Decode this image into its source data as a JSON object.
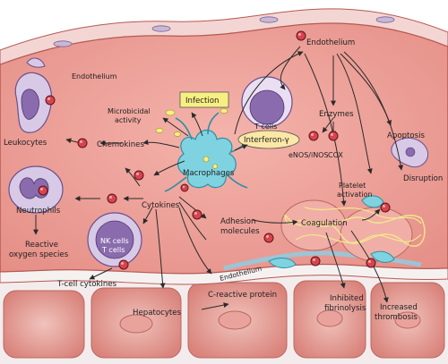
{
  "labels": {
    "endothelium_top": "Endothelium",
    "endothelium_left": "Endothelium",
    "endothelium_bottom": "Endothelium",
    "infection": "Infection",
    "microbicidal_1": "Microbicidal",
    "microbicidal_2": "activity",
    "t_cells_top": "T cells",
    "interferon": "Interferon-γ",
    "enzymes": "Enzymes",
    "enos_inos": "eNOS/iNOS",
    "cox": "COX",
    "apoptosis": "Apoptosis",
    "disruption": "Disruption",
    "leukocytes": "Leukocytes",
    "chemokines": "Chemokines",
    "macrophages": "Macrophages",
    "neutrophils": "Neutrophils",
    "cytokines": "Cytokines",
    "platelet_1": "Platelet",
    "platelet_2": "activation",
    "adhesion_1": "Adhesion",
    "adhesion_2": "molecules",
    "coagulation": "Coagulation",
    "nk_cells": "NK cells",
    "t_cells_nk": "T cells",
    "reactive_1": "Reactive",
    "reactive_2": "oxygen species",
    "t_cell_cytokines": "T-cell cytokines",
    "hepatocytes": "Hepatocytes",
    "crp": "C-reactive protein",
    "inhibited_1": "Inhibited",
    "inhibited_2": "fibrinolysis",
    "increased_1": "Increased",
    "increased_2": "thrombosis"
  },
  "colors": {
    "tissue": "#eea29a",
    "tissue_dark": "#c85d57",
    "endothelium": "#f6f1f1",
    "cell_purple": "#8a6cae",
    "cell_light": "#d8cae6",
    "macrophage": "#7fd3e0",
    "mediator_dot": "#d9434e",
    "infection_box": "#f7ef82",
    "interferon_oval": "#fbe7a6",
    "fibrin": "#f2e88e"
  }
}
